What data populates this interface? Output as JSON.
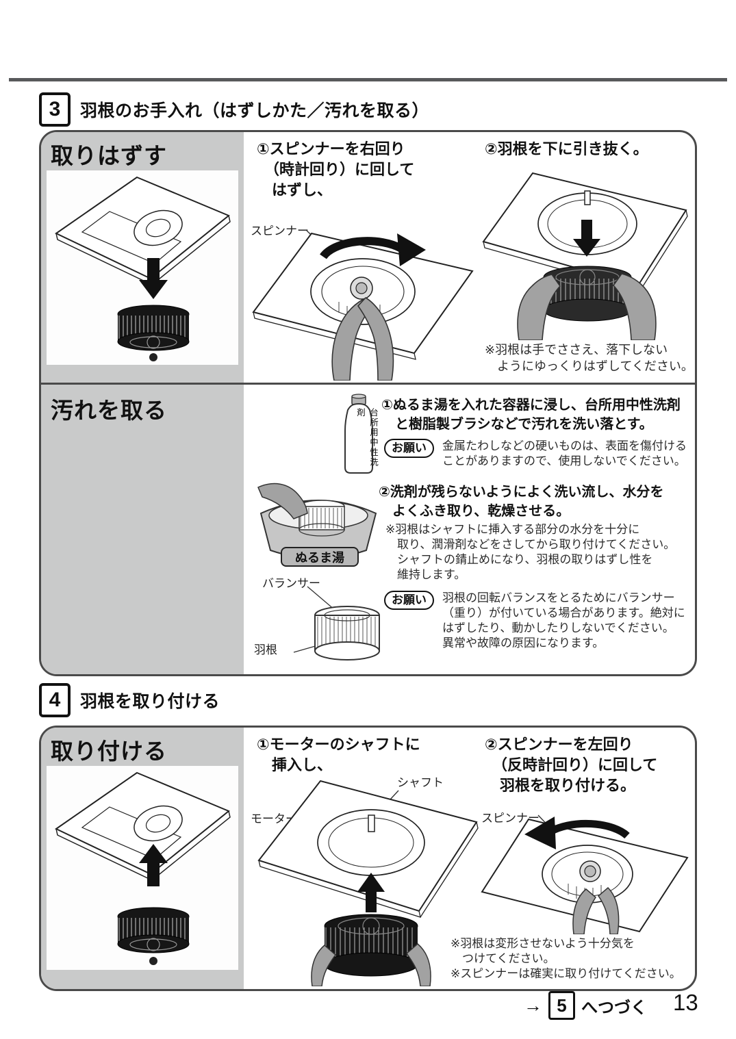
{
  "section3": {
    "number": "3",
    "title": "羽根のお手入れ（はずしかた／汚れを取る）",
    "remove": {
      "panel_title": "取りはずす",
      "step1_heading": "①スピンナーを右回り\n　（時計回り）に回して\n　はずし、",
      "spinner_label": "スピンナー",
      "step2_heading": "②羽根を下に引き抜く。",
      "note": "※羽根は手でささえ、落下しない\n　ようにゆっくりはずしてください。"
    },
    "clean": {
      "panel_title": "汚れを取る",
      "bottle_label": "台所用中性洗剤",
      "step1_heading": "①ぬるま湯を入れた容器に浸し、台所用中性洗剤\n　と樹脂製ブラシなどで汚れを洗い落とす。",
      "request1_badge": "お願い",
      "request1_text": "金属たわしなどの硬いものは、表面を傷付ける\nことがありますので、使用しないでください。",
      "step2_heading": "②洗剤が残らないようによく洗い流し、水分を\n　よくふき取り、乾燥させる。",
      "step2_note": "※羽根はシャフトに挿入する部分の水分を十分に\n　取り、潤滑剤などをさしてから取り付けてください。\n　シャフトの錆止めになり、羽根の取りはずし性を\n　維持します。",
      "warm_water_label": "ぬるま湯",
      "balancer_label": "バランサー",
      "blade_label": "羽根",
      "request2_badge": "お願い",
      "request2_text": "羽根の回転バランスをとるためにバランサー\n（重り）が付いている場合があります。絶対に\nはずしたり、動かしたりしないでください。\n異常や故障の原因になります。"
    }
  },
  "section4": {
    "number": "4",
    "title": "羽根を取り付ける",
    "attach": {
      "panel_title": "取り付ける",
      "step1_heading": "①モーターのシャフトに\n　挿入し、",
      "shaft_label": "シャフト",
      "motor_label": "モーター",
      "step2_heading": "②スピンナーを左回り\n　（反時計回り）に回して\n　羽根を取り付ける。",
      "spinner_label": "スピンナー",
      "notes": "※羽根は変形させないよう十分気を\n　つけてください。\n※スピンナーは確実に取り付けてください。"
    }
  },
  "footer": {
    "arrow": "→",
    "step_number": "5",
    "continue_text": "へつづく",
    "page_number": "13"
  },
  "colors": {
    "panel_gray": "#c9caca",
    "border_dark": "#4a4a4a",
    "hand_gray": "#a2a2a2"
  }
}
